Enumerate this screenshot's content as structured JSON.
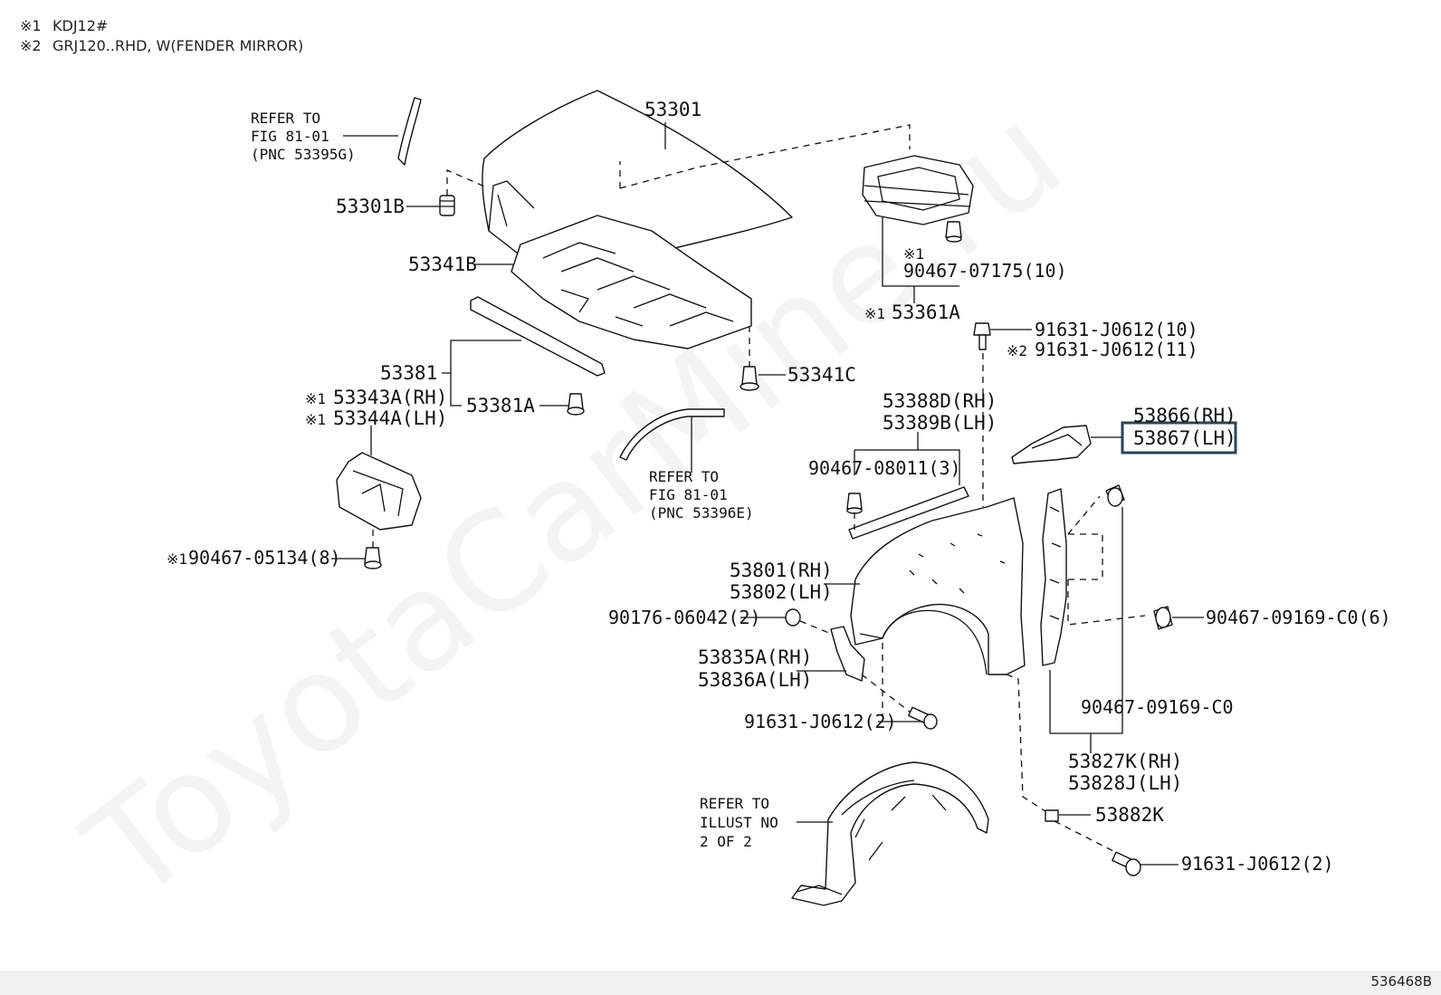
{
  "notes": [
    {
      "mark": "※1",
      "text": "KDJ12#"
    },
    {
      "mark": "※2",
      "text": "GRJ120..RHD, W(FENDER MIRROR)"
    }
  ],
  "watermark": "ToyotaCarMine.ru",
  "diagram_code": "536468B",
  "highlight_color": "#2b4457",
  "labels": {
    "refer_a_1": "REFER TO",
    "refer_a_2": "FIG 81-01",
    "refer_a_3": "(PNC 53395G)",
    "p53301": "53301",
    "p53301b": "53301B",
    "p53341b": "53341B",
    "p53381": "53381",
    "p53381a": "53381A",
    "p53343a": "53343A(RH)",
    "p53344a": "53344A(LH)",
    "mark1": "※1",
    "mark2": "※2",
    "p90467_05134": "90467-05134(8)",
    "p53341c": "53341C",
    "refer_b_1": "REFER TO",
    "refer_b_2": "FIG 81-01",
    "refer_b_3": "(PNC 53396E)",
    "p90467_07175": "90467-07175(10)",
    "p53361a": "53361A",
    "p91631_j0612_10": "91631-J0612(10)",
    "p91631_j0612_11": "91631-J0612(11)",
    "p53388d": "53388D(RH)",
    "p53389b": "53389B(LH)",
    "p90467_08011": "90467-08011(3)",
    "p53866": "53866(RH)",
    "p53867": "53867(LH)",
    "p53801": "53801(RH)",
    "p53802": "53802(LH)",
    "p90176_06042": "90176-06042(2)",
    "p53835a": "53835A(RH)",
    "p53836a": "53836A(LH)",
    "p91631_j0612_2a": "91631-J0612(2)",
    "p90467_09169_c0_6": "90467-09169-C0(6)",
    "p90467_09169_c0": "90467-09169-C0",
    "p53827k": "53827K(RH)",
    "p53828j": "53828J(LH)",
    "p53882k": "53882K",
    "p91631_j0612_2b": "91631-J0612(2)",
    "refer_c_1": "REFER TO",
    "refer_c_2": "ILLUST NO",
    "refer_c_3": "2 OF 2"
  }
}
